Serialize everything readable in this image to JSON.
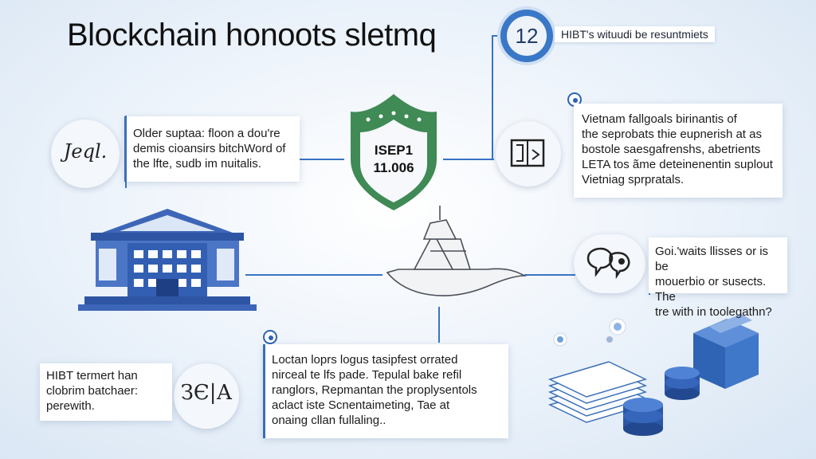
{
  "title": "Blockchain honoots sletmq",
  "badge": {
    "number": "12",
    "label": "HIBT's wituudi be resuntmiets"
  },
  "shield": {
    "text": "ISEP1\n11.006"
  },
  "cards": {
    "left_top": "Older suptaa: floon a  dou're\ndemis cioansirs bitchWord of\nthe lfte, sudb im nuitalis.",
    "right_top": "Vietnam  fallgoals  birinantis  of\nthe seprobats thie  eupnerish at as\nbostole saesgafrenshs, abetrients\nLETA tos ãme deteinenentin suplout\nVietniag sprpratals.",
    "right_mid": "Goi.'waits  llisses or is be\nmouerbio or susects. The\ntre with in toolegathn?",
    "bottom_center": "Loctan  loprs  logus  tasipfest  orrated\nnirceal  te lfs  pade.  Tepulal  bake  refil\nranglors,  Repmantan  the  proplysentols\naclact iste   Scnentaimeting,    Tae    at\nonaing cllan fullaling..",
    "bottom_left": "HIBT  termert   han\nclobrim  batchaer:\nperewith."
  },
  "icons": {
    "logo_left": "signature-logo-icon",
    "book_right": "book-icon",
    "chat_right": "chat-bubbles-icon",
    "signature_bottom": "handwriting-icon",
    "bank": "bank-building-icon",
    "ship": "ship-icon",
    "box": "box-icon",
    "papers": "paper-stack-icon",
    "coins": "coin-stack-icon"
  },
  "logo_text": "Jeql.",
  "signature_text": "ЗЄ|А",
  "colors": {
    "accent": "#2f63b4",
    "shield_green": "#3f8a55",
    "bank_blue": "#3d66b8",
    "background": "#eef4fb"
  }
}
